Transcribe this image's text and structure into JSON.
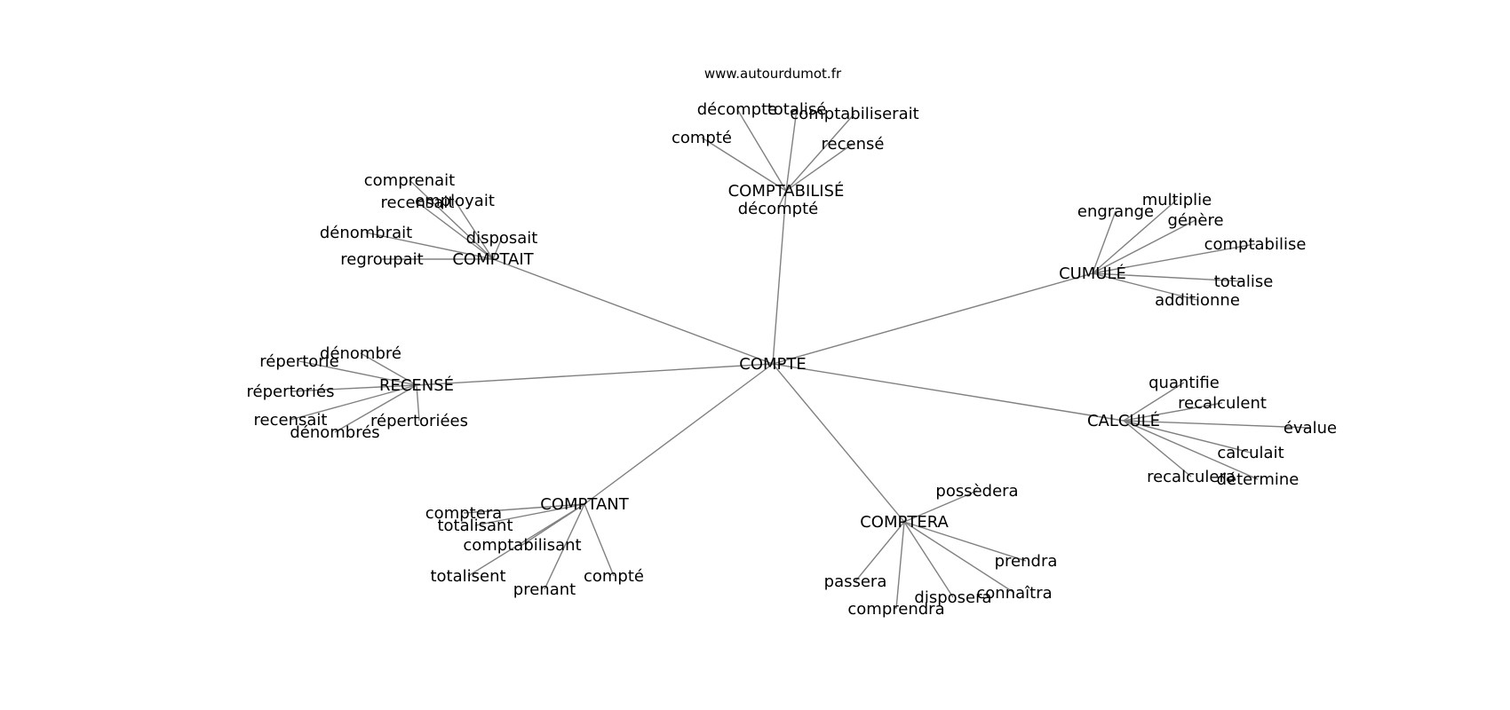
{
  "source": "www.autourdumot.fr",
  "edge_color": "#808080",
  "root": "COMPTE",
  "clusters": [
    {
      "hub": "COMPTABILISÉ",
      "leaves": [
        "décompte",
        "totalisé",
        "comptabiliserait",
        "compté",
        "recensé",
        "décompté"
      ]
    },
    {
      "hub": "COMPTAIT",
      "leaves": [
        "comprenait",
        "recensait",
        "employait",
        "dénombrait",
        "disposait",
        "regroupait"
      ]
    },
    {
      "hub": "CUMULÉ",
      "leaves": [
        "engrange",
        "multiplie",
        "génère",
        "comptabilise",
        "totalise",
        "additionne"
      ]
    },
    {
      "hub": "RECENSÉ",
      "leaves": [
        "dénombré",
        "répertorie",
        "répertoriés",
        "recensait",
        "dénombrés",
        "répertoriées"
      ]
    },
    {
      "hub": "CALCULÉ",
      "leaves": [
        "quantifie",
        "recalculent",
        "évalue",
        "calculait",
        "recalculera",
        "détermine"
      ]
    },
    {
      "hub": "COMPTANT",
      "leaves": [
        "comptera",
        "totalisant",
        "comptabilisant",
        "totalisent",
        "prenant",
        "compté"
      ]
    },
    {
      "hub": "COMPTERA",
      "leaves": [
        "possèdera",
        "prendra",
        "passera",
        "connaîtra",
        "disposera",
        "comprendra"
      ]
    }
  ]
}
